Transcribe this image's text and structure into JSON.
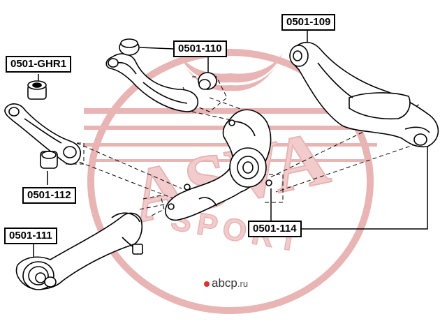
{
  "part_labels": {
    "ghr1": "0501-GHR1",
    "p110": "0501-110",
    "p109": "0501-109",
    "p112": "0501-112",
    "p111": "0501-111",
    "p114": "0501-114"
  },
  "logo": {
    "main": "ASVA",
    "sub": "SPORT"
  },
  "site_watermark": {
    "name": "abcp",
    "tld": ".ru"
  },
  "colors": {
    "logo": "#e8b4b4",
    "line": "#000000",
    "background": "#ffffff"
  }
}
